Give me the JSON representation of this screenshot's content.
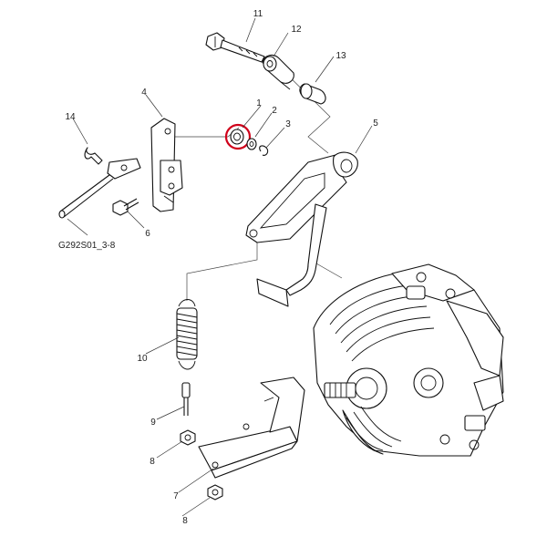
{
  "diagram_code": "G292S01_3-8",
  "highlight_color": "#d0021b",
  "callouts": [
    {
      "number": "1"
    },
    {
      "number": "2"
    },
    {
      "number": "3"
    },
    {
      "number": "4"
    },
    {
      "number": "5"
    },
    {
      "number": "6"
    },
    {
      "number": "7"
    },
    {
      "number": "8"
    },
    {
      "number": "8"
    },
    {
      "number": "9"
    },
    {
      "number": "10"
    },
    {
      "number": "11"
    },
    {
      "number": "12"
    },
    {
      "number": "13"
    },
    {
      "number": "14"
    }
  ]
}
